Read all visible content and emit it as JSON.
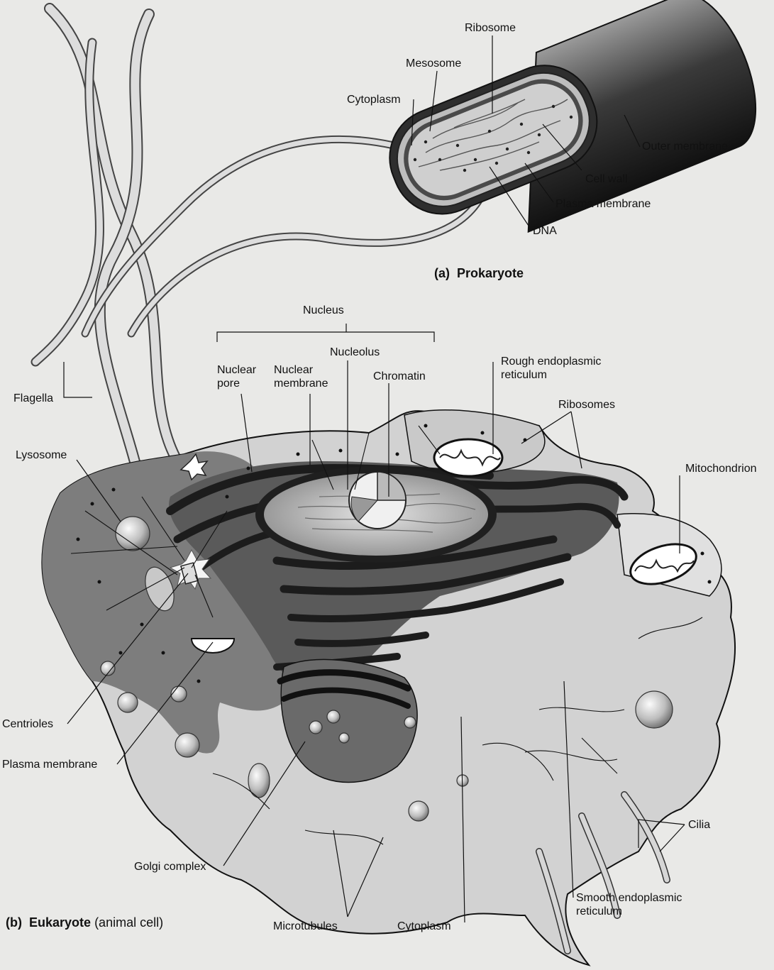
{
  "prokaryote": {
    "caption_letter": "(a)",
    "caption_name": "Prokaryote",
    "labels": {
      "ribosome": "Ribosome",
      "mesosome": "Mesosome",
      "cytoplasm": "Cytoplasm",
      "outer_membrane": "Outer membrane",
      "cell_wall": "Cell wall",
      "plasma_membrane": "Plasma membrane",
      "dna": "DNA"
    }
  },
  "eukaryote": {
    "caption_letter": "(b)",
    "caption_name": "Eukaryote",
    "caption_note": "(animal cell)",
    "labels": {
      "nucleus": "Nucleus",
      "nucleolus": "Nucleolus",
      "nuclear_pore_1": "Nuclear",
      "nuclear_pore_2": "pore",
      "nuclear_membrane_1": "Nuclear",
      "nuclear_membrane_2": "membrane",
      "chromatin": "Chromatin",
      "rough_er_1": "Rough endoplasmic",
      "rough_er_2": "reticulum",
      "ribosomes": "Ribosomes",
      "mitochondrion": "Mitochondrion",
      "flagella": "Flagella",
      "lysosome": "Lysosome",
      "centrioles": "Centrioles",
      "plasma_membrane": "Plasma membrane",
      "golgi_complex": "Golgi complex",
      "microtubules": "Microtubules",
      "cytoplasm": "Cytoplasm",
      "smooth_er_1": "Smooth endoplasmic",
      "smooth_er_2": "reticulum",
      "cilia": "Cilia"
    }
  }
}
